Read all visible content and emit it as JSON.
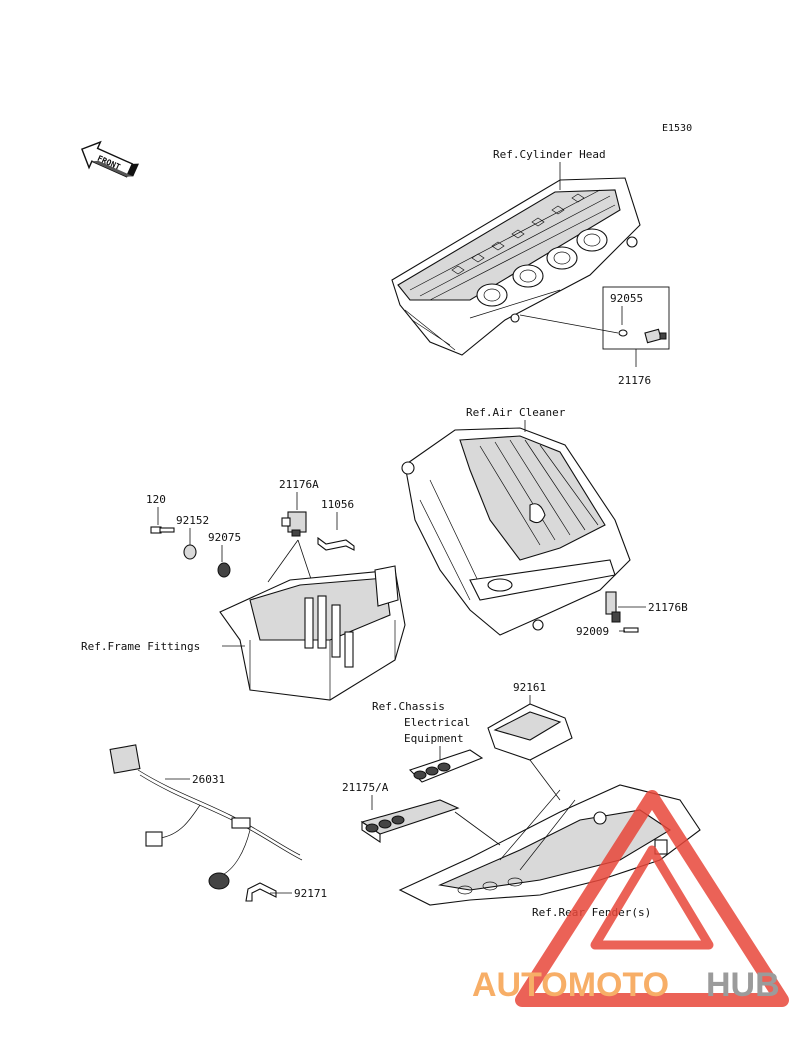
{
  "diagram": {
    "code": "E1530",
    "front_label": "FRONT",
    "labels": {
      "ref_cylinder_head": "Ref.Cylinder Head",
      "p92055": "92055",
      "p21176": "21176",
      "ref_air_cleaner": "Ref.Air Cleaner",
      "p120": "120",
      "p92152": "92152",
      "p21176A": "21176A",
      "p11056": "11056",
      "p92075": "92075",
      "ref_frame_fittings": "Ref.Frame Fittings",
      "p21176B": "21176B",
      "p92009": "92009",
      "p92161": "92161",
      "ref_chassis_line1": "Ref.Chassis",
      "ref_chassis_line2": "Electrical",
      "ref_chassis_line3": "Equipment",
      "p26031": "26031",
      "p21175A": "21175/A",
      "p92171": "92171",
      "ref_rear_fender": "Ref.Rear Fender(s)"
    }
  },
  "watermark": {
    "text_orange": "AUTOMOTO",
    "text_gray": "HUB",
    "color_orange": "#f6a04d",
    "color_gray": "#8a8a8a",
    "color_red": "#e8473a"
  }
}
